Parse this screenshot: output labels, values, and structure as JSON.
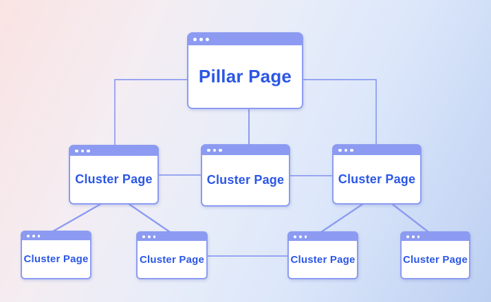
{
  "nodes": {
    "pillar": {
      "label": "Pillar Page"
    },
    "mid": [
      {
        "label": "Cluster Page"
      },
      {
        "label": "Cluster Page"
      },
      {
        "label": "Cluster Page"
      }
    ],
    "bottom": [
      {
        "label": "Cluster Page"
      },
      {
        "label": "Cluster Page"
      },
      {
        "label": "Cluster Page"
      },
      {
        "label": "Cluster Page"
      }
    ]
  },
  "colors": {
    "window_chrome": "#8c9bf1",
    "window_body": "#ffffff",
    "label_text": "#2b57e6",
    "connector": "#8c9bf1",
    "background_top_left": "#fae3e3",
    "background_bottom_right": "#bdd0f2"
  }
}
